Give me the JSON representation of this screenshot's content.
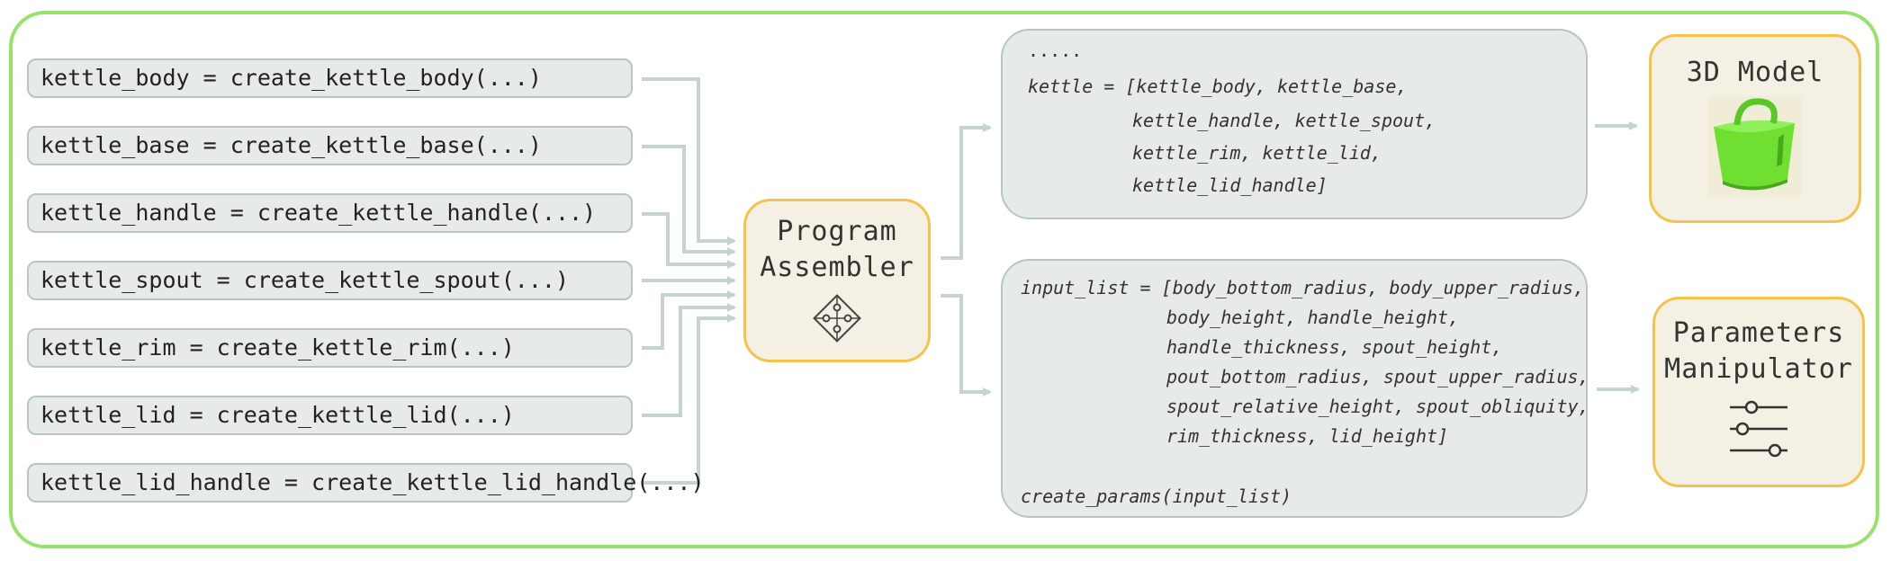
{
  "functions": [
    "kettle_body = create_kettle_body(...)",
    "kettle_base = create_kettle_base(...)",
    "kettle_handle = create_kettle_handle(...)",
    "kettle_spout = create_kettle_spout(...)",
    "kettle_rim = create_kettle_rim(...)",
    "kettle_lid = create_kettle_lid(...)",
    "kettle_lid_handle = create_kettle_lid_handle(...)"
  ],
  "assembler": {
    "title": "Program\nAssembler",
    "icon": "puzzle-icon"
  },
  "assembly_code": {
    "ellipsis": ".....",
    "lines": [
      "kettle = [kettle_body, kettle_base,",
      "kettle_handle, kettle_spout,",
      "kettle_rim, kettle_lid,",
      "kettle_lid_handle]"
    ]
  },
  "params_code": {
    "lines": [
      "input_list = [body_bottom_radius, body_upper_radius,",
      "body_height, handle_height,",
      "handle_thickness, spout_height,",
      "pout_bottom_radius, spout_upper_radius,",
      "spout_relative_height, spout_obliquity,",
      "rim_thickness, lid_height]"
    ],
    "call": "create_params(input_list)"
  },
  "model_output": {
    "title": "3D Model",
    "icon": "kettle-3d-model-icon"
  },
  "params_output": {
    "title": "Parameters\nManipulator",
    "icon": "sliders-icon"
  },
  "colors": {
    "frame": "#95e36a",
    "box_fill": "#e6ebe8",
    "box_border": "#b9c6c0",
    "accent_border": "#f5c24a",
    "accent_fill": "#f4f0e4",
    "arrow": "#c6d3ce",
    "model": "#6fe032"
  }
}
